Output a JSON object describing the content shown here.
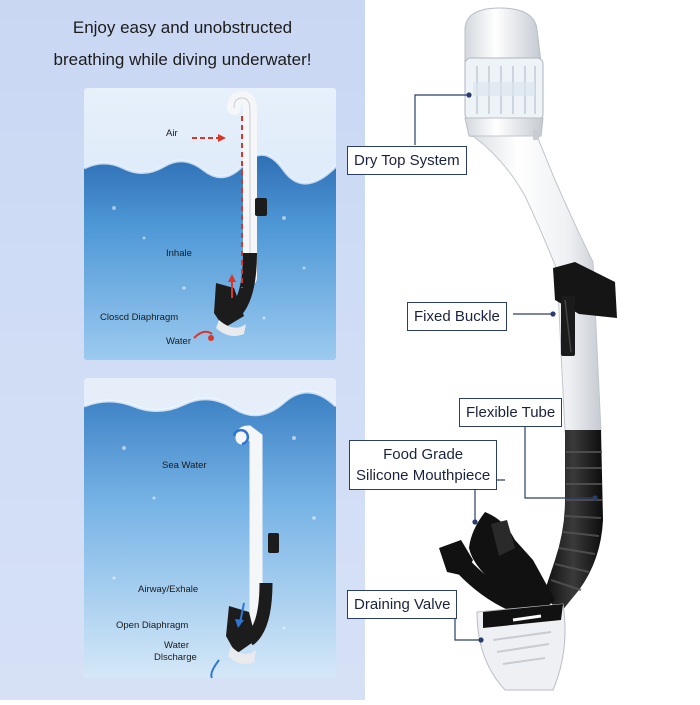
{
  "headline": {
    "line1": "Enjoy easy and unobstructed",
    "line2": "breathing while diving underwater!"
  },
  "panel_top": {
    "labels": {
      "air": "Air",
      "inhale": "Inhale",
      "closed_diaphragm": "Closcd Diaphragm",
      "water": "Water"
    }
  },
  "panel_bottom": {
    "labels": {
      "sea_water": "Sea Water",
      "airway_exhale": "Airway/Exhale",
      "open_diaphragm": "Open Diaphragm",
      "water_discharge_1": "Water",
      "water_discharge_2": "Dlscharge"
    }
  },
  "callouts": {
    "dry_top": "Dry Top System",
    "fixed_buckle": "Fixed Buckle",
    "flexible_tube": "Flexible Tube",
    "mouthpiece_1": "Food Grade",
    "mouthpiece_2": "Silicone Mouthpiece",
    "draining_valve": "Draining Valve"
  },
  "colors": {
    "left_background": "#cfdcf5",
    "callout_border": "#2b3d6b",
    "water": "#3d86c9",
    "air_arrow": "#d9362a",
    "water_arrow": "#2f76d2"
  },
  "icons": [
    "dry-top-valve-icon",
    "snorkel-tube-icon",
    "air-arrow-icon",
    "water-arrow-icon"
  ]
}
